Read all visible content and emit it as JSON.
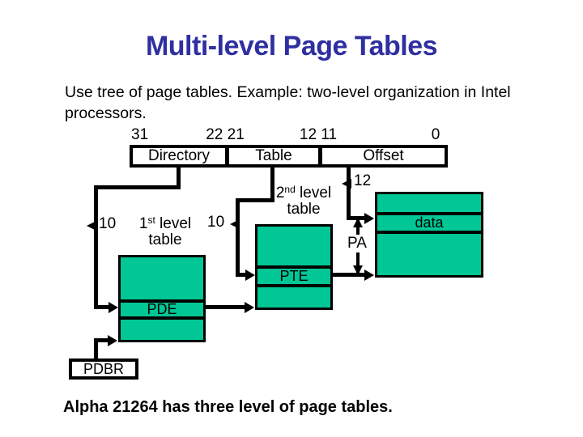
{
  "title": "Multi-level Page Tables",
  "intro": "Use tree of page tables. Example: two-level organization in Intel processors.",
  "footer": "Alpha 21264 has three level of page tables.",
  "bitfield": {
    "bit_labels": {
      "b31": "31",
      "b22_21": "22 21",
      "b12_11": "12 11",
      "b0": "0"
    },
    "segments": {
      "directory": "Directory",
      "table": "Table",
      "offset": "Offset"
    }
  },
  "annotations": {
    "directory_bits": "10",
    "table_bits": "10",
    "offset_bits": "12",
    "pa_label": "PA"
  },
  "tables": {
    "first_level": {
      "name_num": "1",
      "name_sup": "st",
      "name_rest": " level",
      "name_line2": "table",
      "entry": "PDE"
    },
    "second_level": {
      "name_num": "2",
      "name_sup": "nd",
      "name_rest": " level",
      "name_line2": "table",
      "entry": "PTE"
    },
    "data_page": {
      "entry": "data"
    }
  },
  "pdbr_label": "PDBR",
  "colors": {
    "title_text": "#2F2FA2",
    "table_fill": "#00C795",
    "line": "#000000"
  }
}
